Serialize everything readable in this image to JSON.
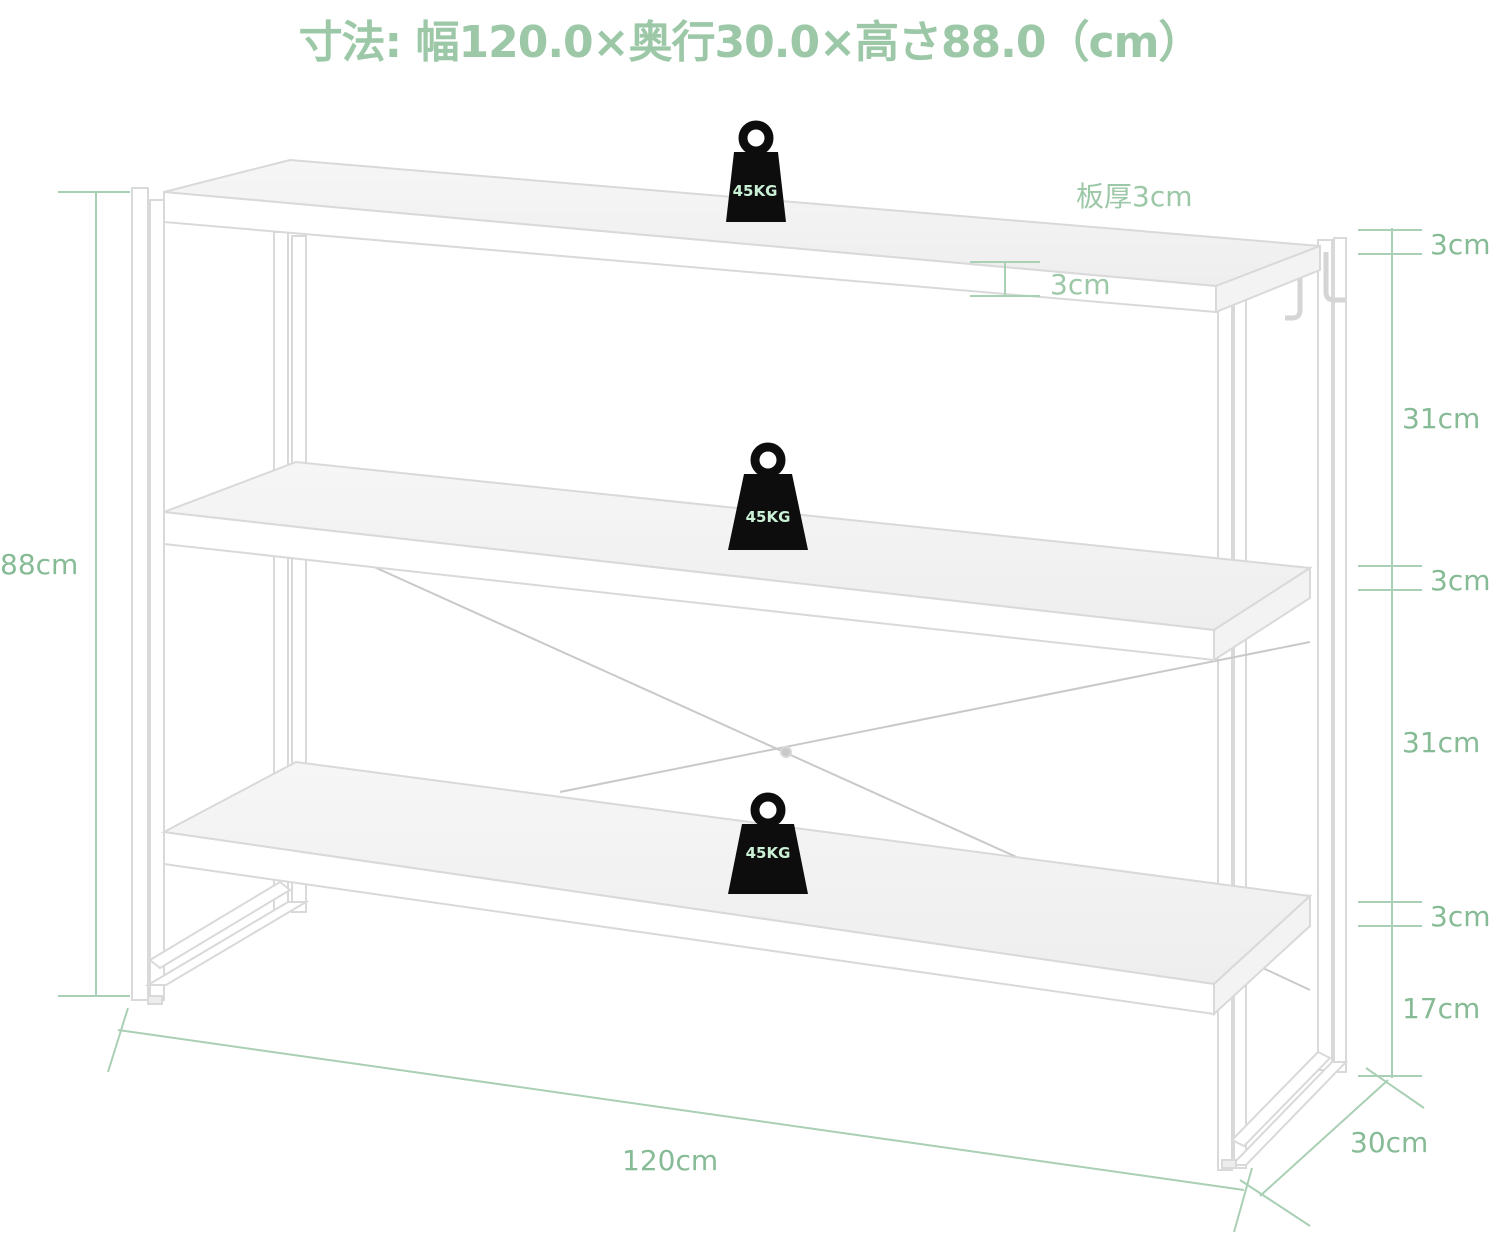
{
  "title": "寸法: 幅120.0×奥行30.0×高さ88.0（cm）",
  "weight_badge": "45KG",
  "board_thickness": "板厚3cm",
  "board_edge": "3cm",
  "height_total": "88cm",
  "width": "120cm",
  "depth": "30cm",
  "right_dims": [
    "3cm",
    "31cm",
    "3cm",
    "31cm",
    "3cm",
    "17cm"
  ],
  "colors": {
    "accent": "#9cc8a8",
    "frame": "#ffffff",
    "outline": "#d8d8d8",
    "weight": "#0d0d0d"
  }
}
